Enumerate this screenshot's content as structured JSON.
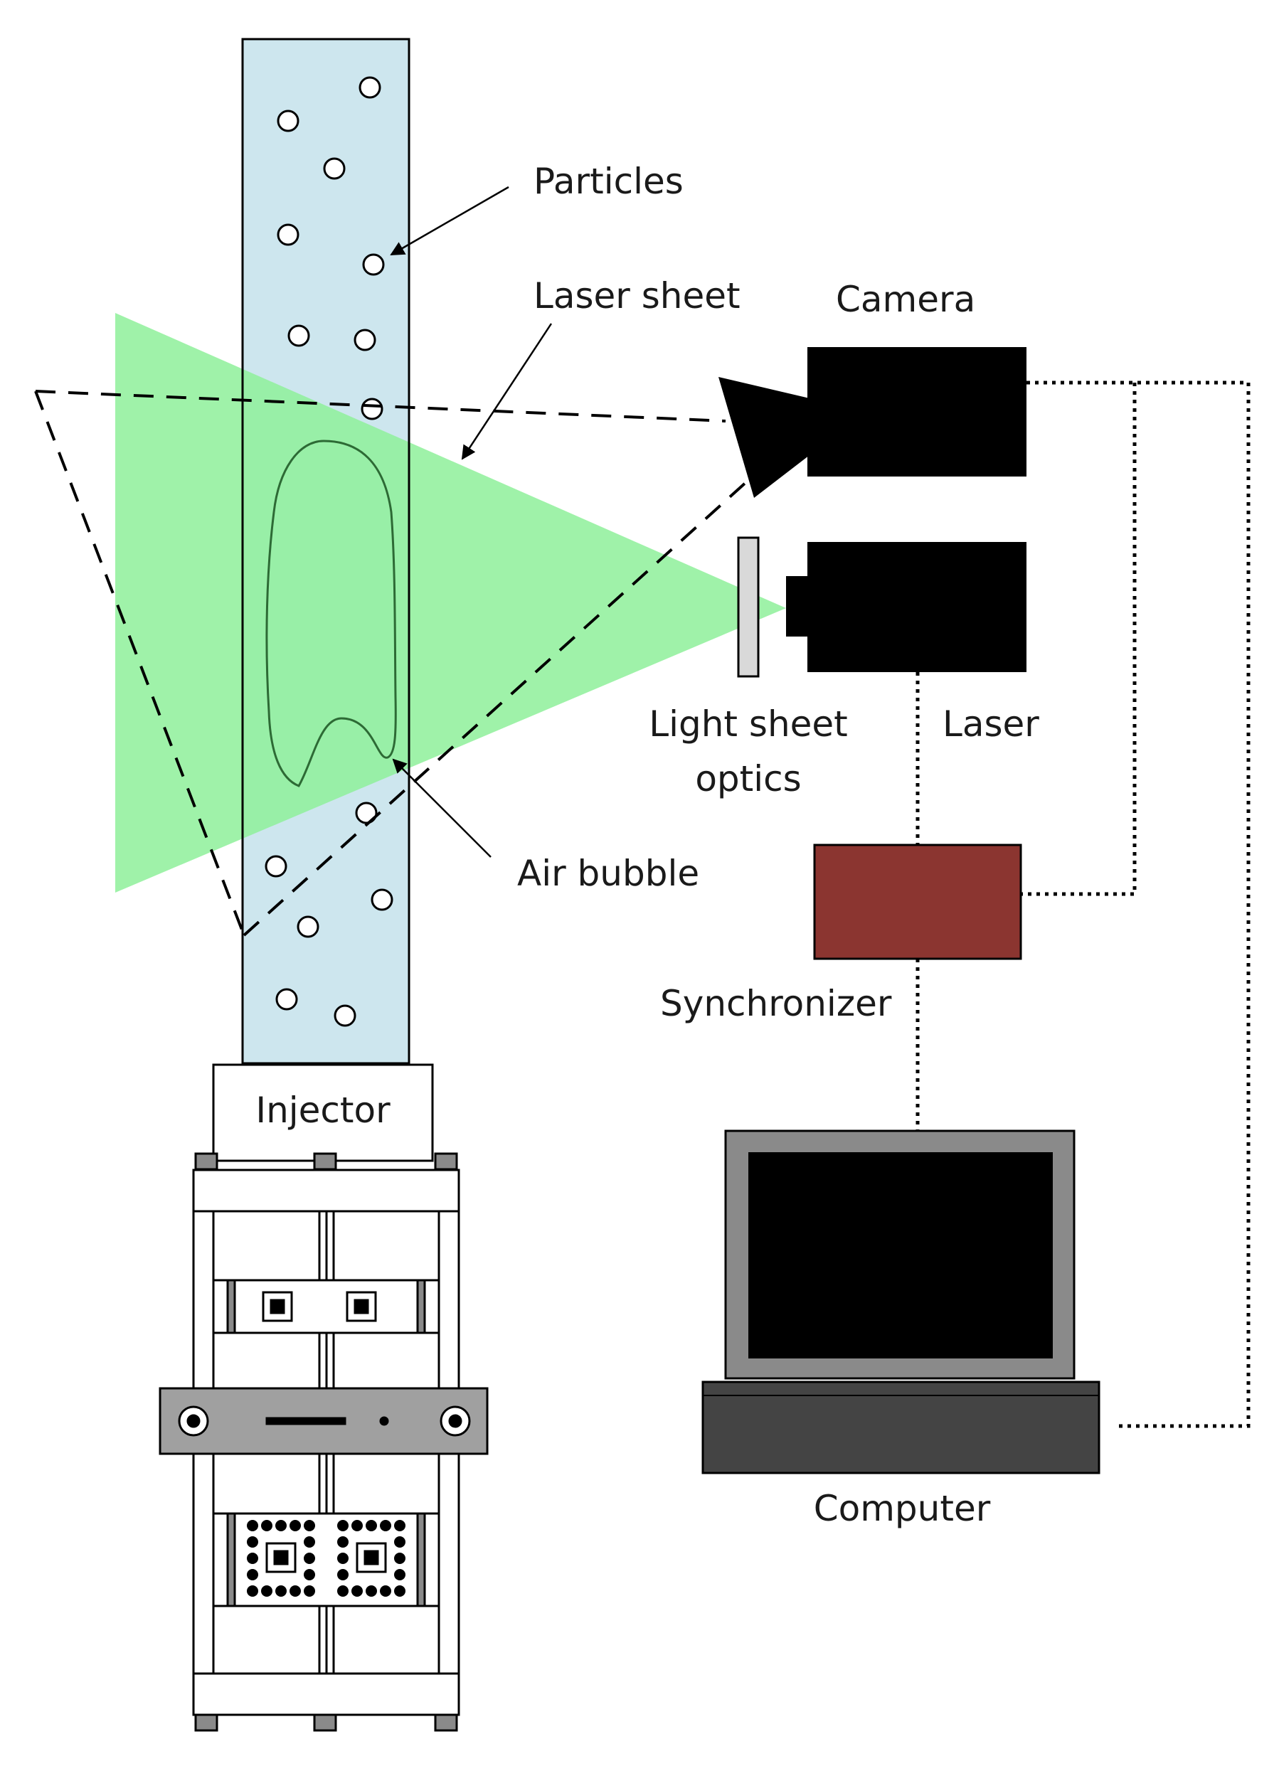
{
  "labels": {
    "particles": "Particles",
    "laser_sheet": "Laser sheet",
    "camera": "Camera",
    "light_sheet_optics_line1": "Light sheet",
    "light_sheet_optics_line2": "optics",
    "laser": "Laser",
    "air_bubble": "Air bubble",
    "synchronizer": "Synchronizer",
    "injector": "Injector",
    "computer": "Computer"
  },
  "colors": {
    "water_column": "#cde6ee",
    "laser_sheet": "#8ef09a",
    "synchronizer": "#8b3530",
    "device_black": "#000000",
    "monitor_bezel": "#8a8a8a",
    "computer_base": "#444444",
    "optics": "#d9d9d9",
    "bubble_outline": "#2d6a35"
  }
}
